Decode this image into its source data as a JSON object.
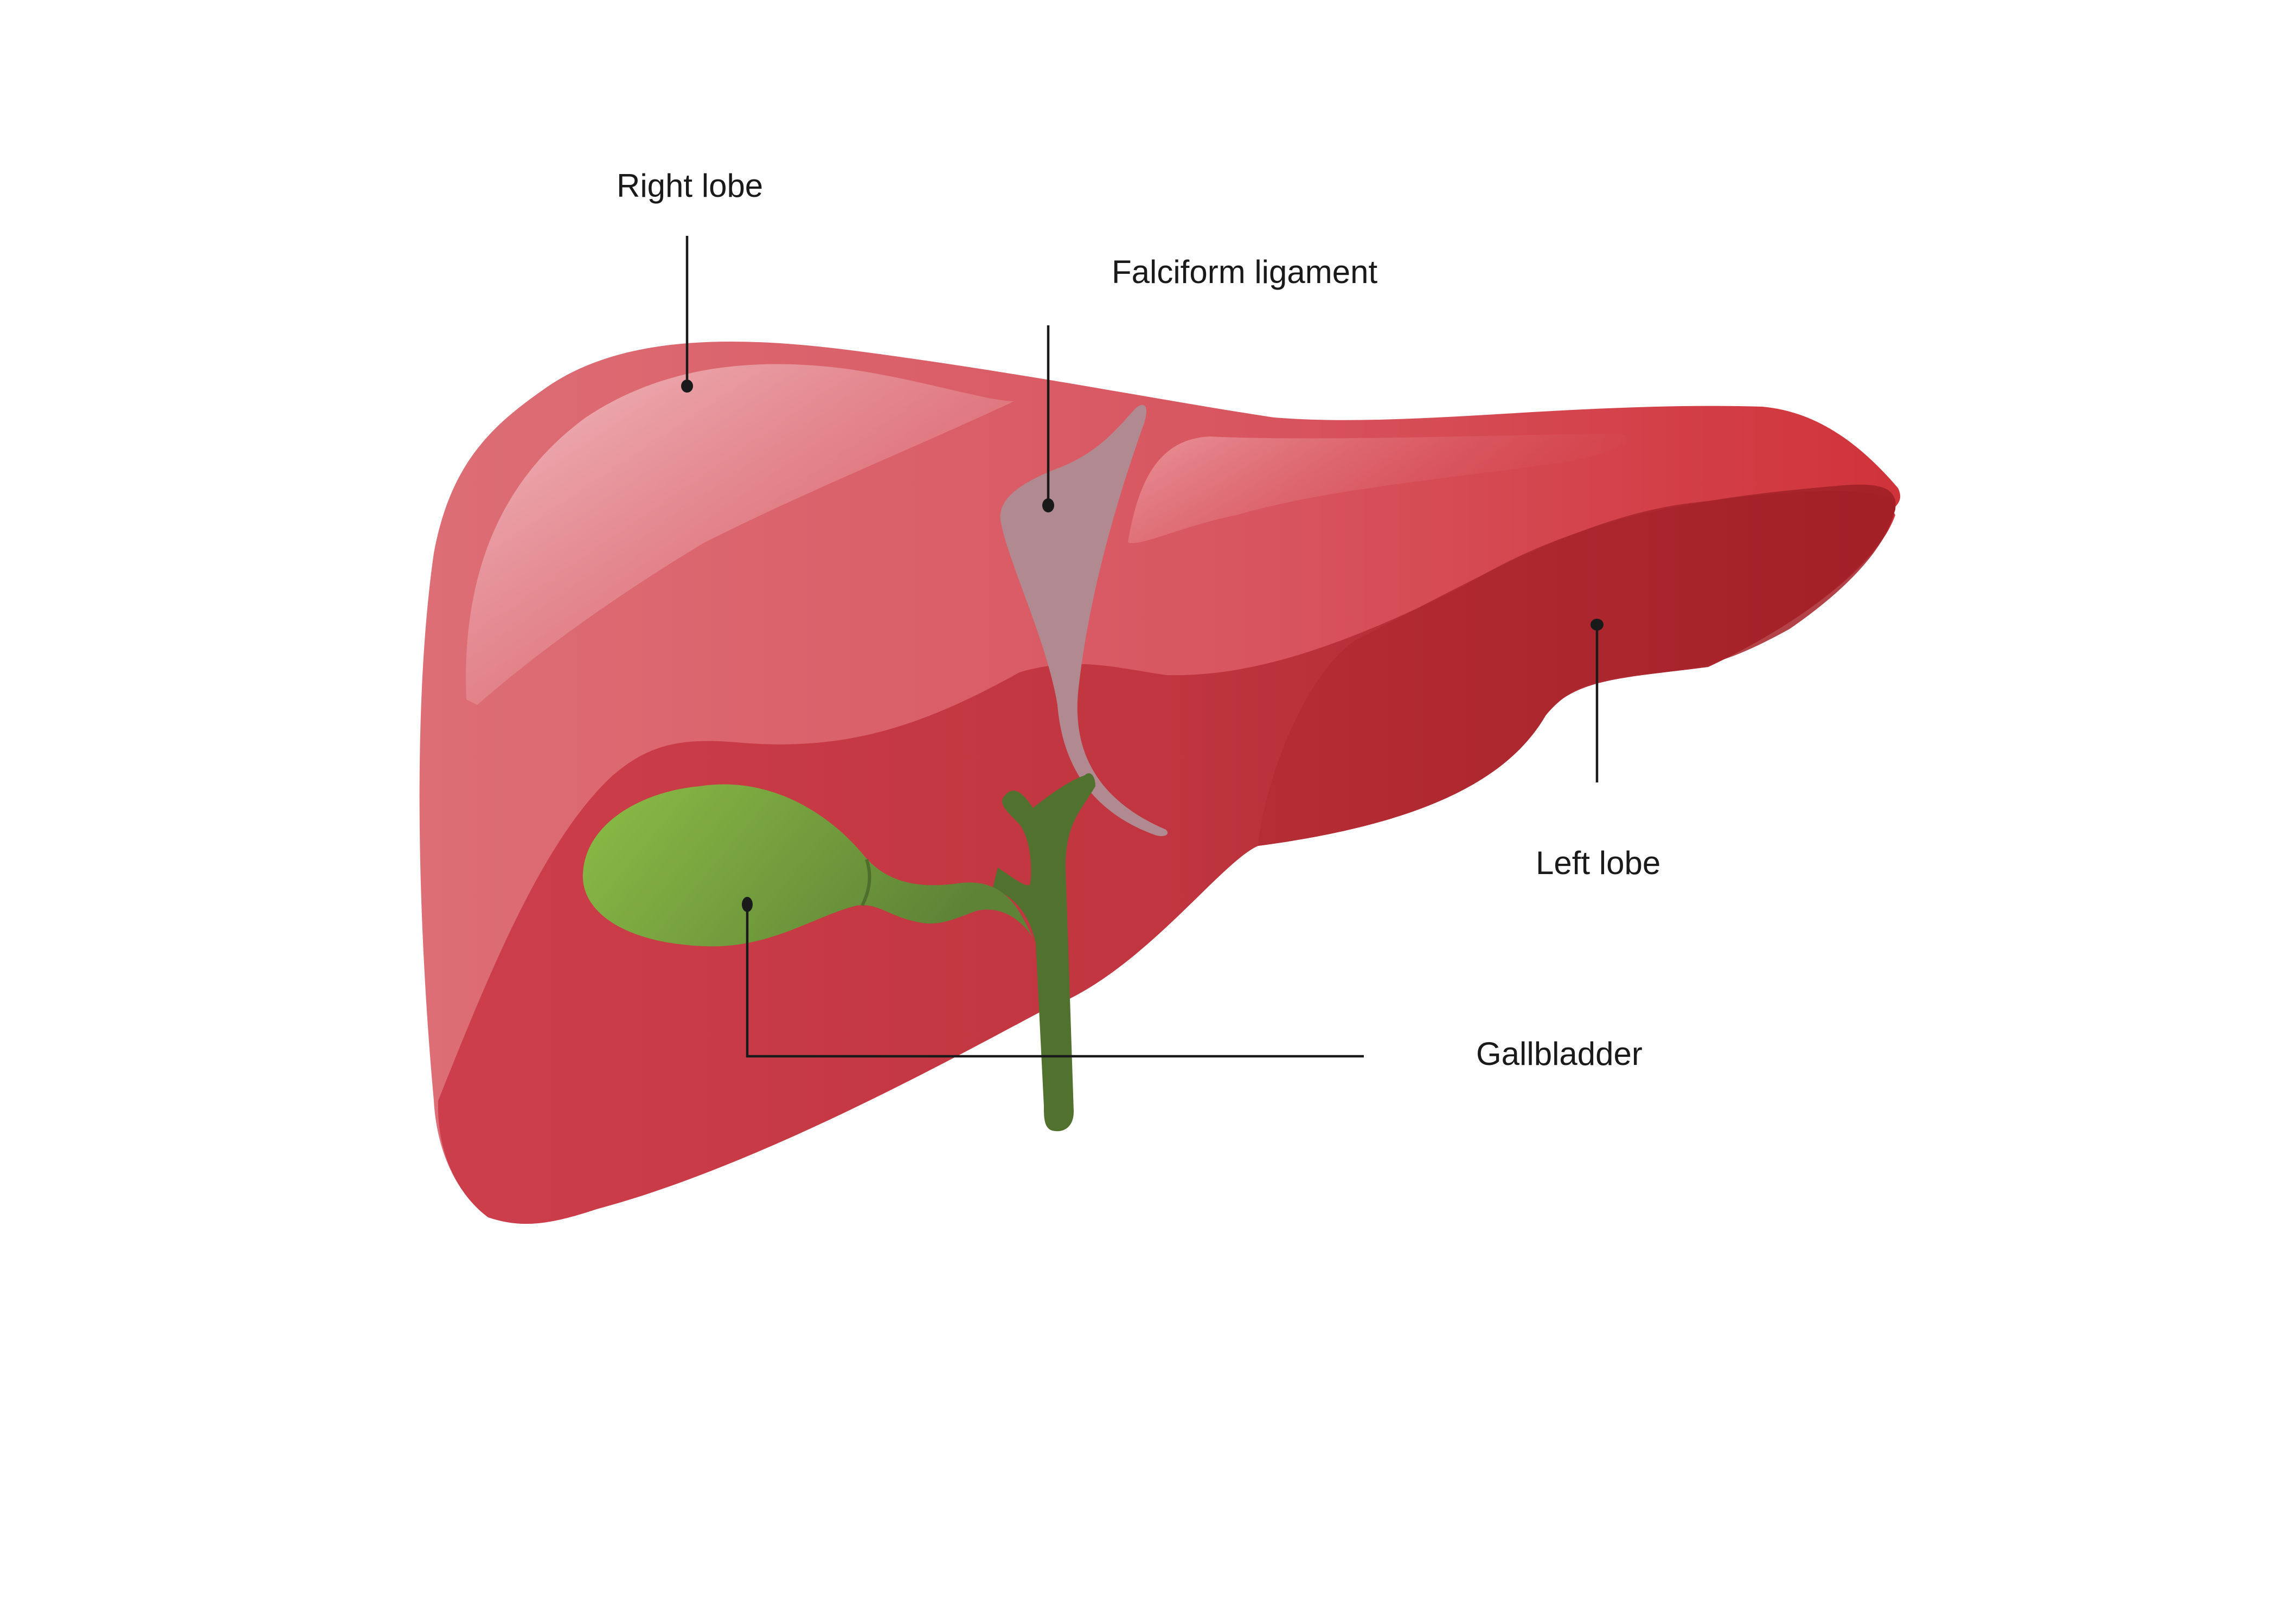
{
  "diagram": {
    "subject": "Liver anatomy",
    "labels": {
      "right_lobe": "Right lobe",
      "falciform_ligament": "Falciform ligament",
      "left_lobe": "Left lobe",
      "gallbladder": "Gallbladder"
    },
    "colors": {
      "background": "#ffffff",
      "liver_upper_light": "#dc6c74",
      "liver_upper_mid": "#d8525a",
      "liver_upper_right": "#d03238",
      "liver_lower": "#c83a46",
      "liver_left_lobe_dark": "#a32228",
      "highlight": "#f0c0c4",
      "falciform": "#b08a90",
      "gallbladder_light": "#8aba44",
      "gallbladder_dark": "#5e8236",
      "bile_duct": "#4e6e30",
      "label_text": "#1a1a1a"
    }
  }
}
